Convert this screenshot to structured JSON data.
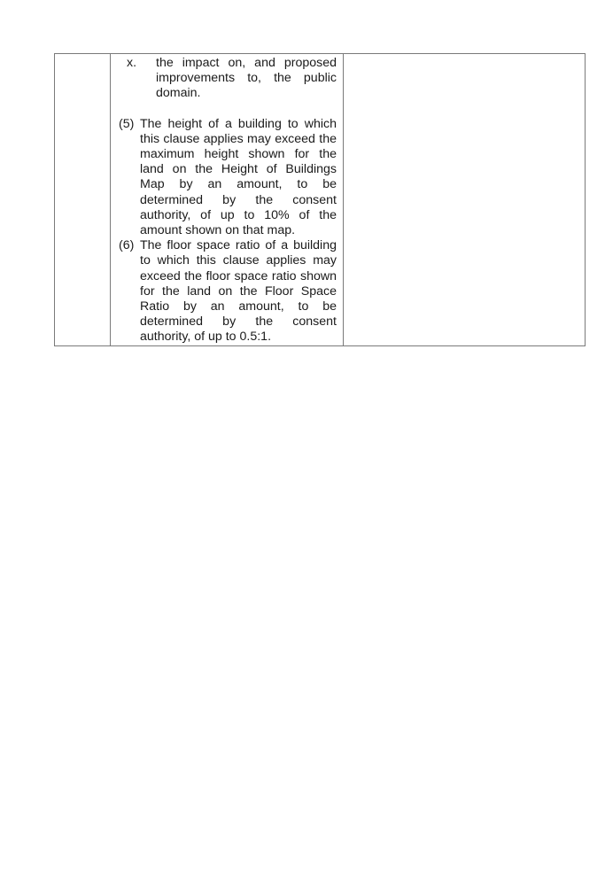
{
  "table": {
    "roman_item": {
      "marker": "x.",
      "text": "the impact on, and proposed improvements to, the public domain."
    },
    "sub_clauses": [
      {
        "marker": "(5)",
        "text": "The height of a building to which this clause applies may exceed the maximum height shown for the land on the Height of Buildings Map by an amount, to be determined by the consent authority, of up to 10% of the amount shown on that map."
      },
      {
        "marker": "(6)",
        "text": "The floor space ratio of a building to which this clause applies may exceed the floor space ratio shown for the land on the Floor Space Ratio by an amount, to be determined by the consent authority, of up to 0.5:1."
      }
    ]
  }
}
